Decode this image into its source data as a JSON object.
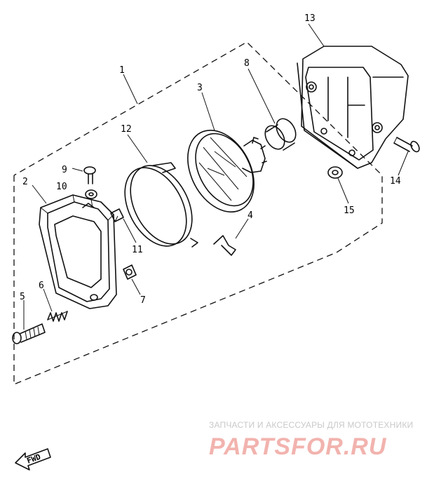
{
  "diagram": {
    "callouts": [
      {
        "id": "1",
        "label": "1"
      },
      {
        "id": "2",
        "label": "2"
      },
      {
        "id": "3",
        "label": "3"
      },
      {
        "id": "4",
        "label": "4"
      },
      {
        "id": "5",
        "label": "5"
      },
      {
        "id": "6",
        "label": "6"
      },
      {
        "id": "7",
        "label": "7"
      },
      {
        "id": "8",
        "label": "8"
      },
      {
        "id": "9",
        "label": "9"
      },
      {
        "id": "10",
        "label": "10"
      },
      {
        "id": "11",
        "label": "11"
      },
      {
        "id": "12",
        "label": "12"
      },
      {
        "id": "13",
        "label": "13"
      },
      {
        "id": "14",
        "label": "14"
      },
      {
        "id": "15",
        "label": "15"
      }
    ],
    "direction_arrow_label": "FWD"
  },
  "watermark": {
    "caption": "ЗАПЧАСТИ И АКСЕССУАРЫ ДЛЯ МОТОТЕХНИКИ",
    "logo": "PARTSFOR.RU"
  }
}
